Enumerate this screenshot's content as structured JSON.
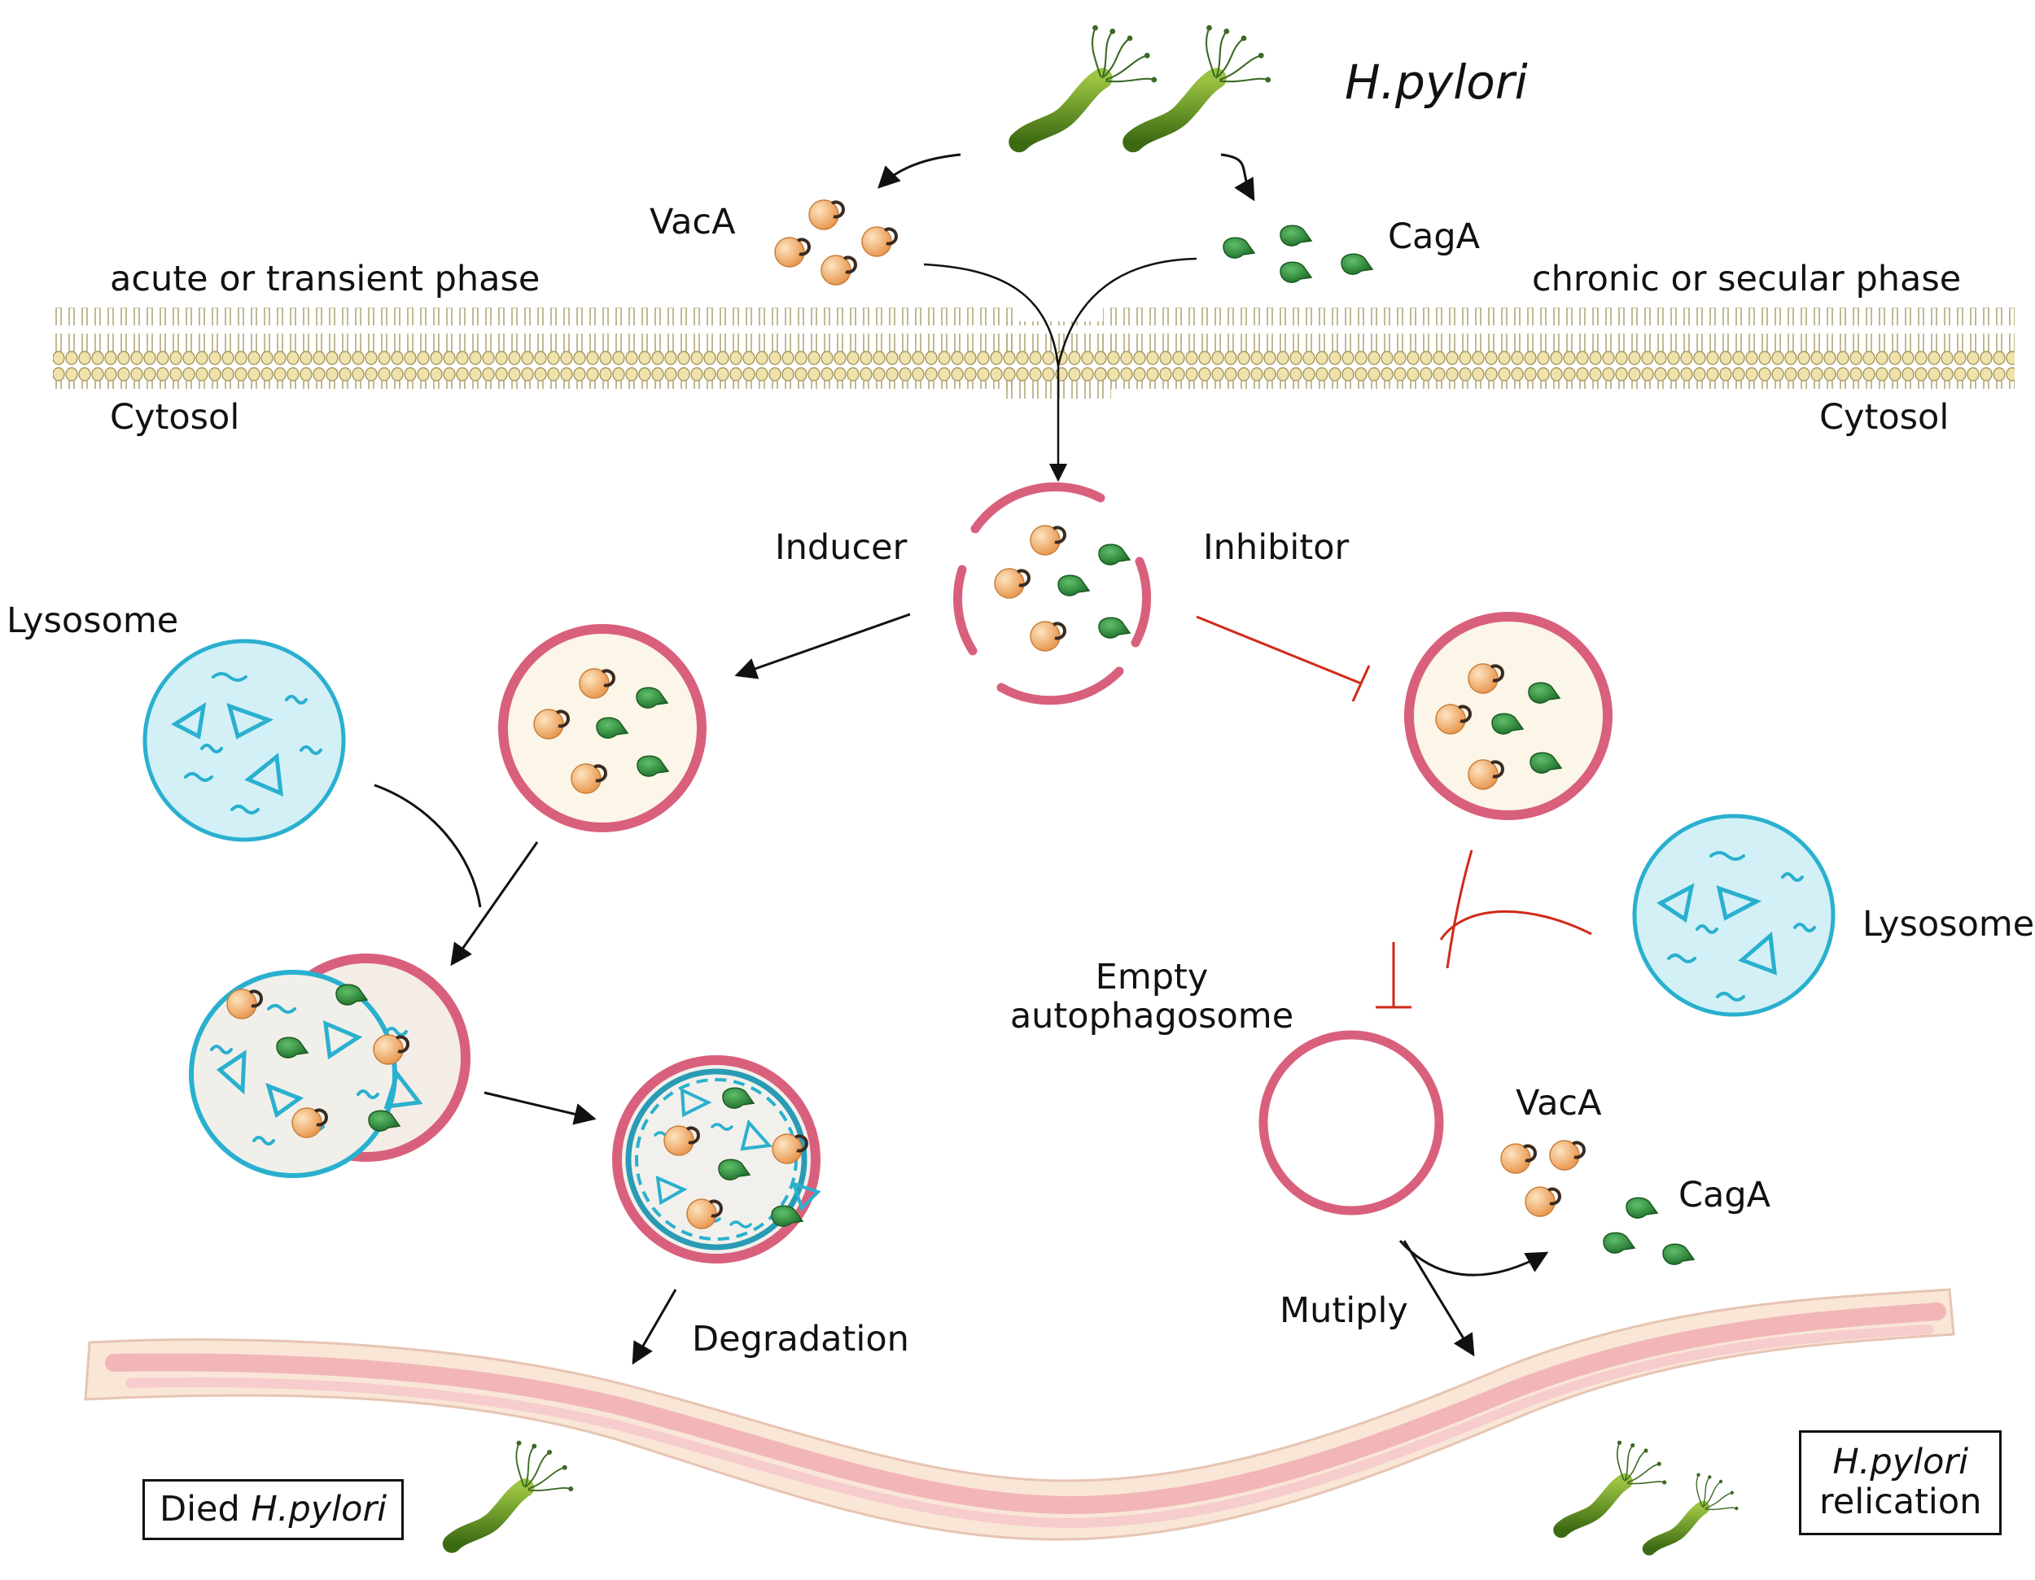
{
  "title": "H.pylori",
  "labels": {
    "vaca_top": "VacA",
    "caga_top": "CagA",
    "acute_phase": "acute or transient phase",
    "chronic_phase": "chronic or secular phase",
    "cytosol_left": "Cytosol",
    "cytosol_right": "Cytosol",
    "inducer": "Inducer",
    "inhibitor": "Inhibitor",
    "lysosome_left": "Lysosome",
    "lysosome_right": "Lysosome",
    "empty_autophagosome_line1": "Empty",
    "empty_autophagosome_line2": "autophagosome",
    "vaca_bottom": "VacA",
    "caga_bottom": "CagA",
    "degradation": "Degradation",
    "mutiply": "Mutiply"
  },
  "boxes": {
    "died_prefix": "Died",
    "died_species": "H.pylori",
    "relication_species": "H.pylori",
    "relication_word": "relication"
  },
  "colors": {
    "membrane": "#efe2ad",
    "membrane_stroke": "#9a8a4a",
    "vesicle_ring": "#d9607c",
    "vesicle_fill": "#fbf6e7",
    "lysosome_ring": "#2ab0cf",
    "lysosome_fill": "#d3f0f7",
    "vaca": "#f0a860",
    "caga": "#2f8a3c",
    "inhibit_line": "#d02a1a",
    "bacterium": "#5e8a1e",
    "mucosa": "#f6c8c0"
  }
}
